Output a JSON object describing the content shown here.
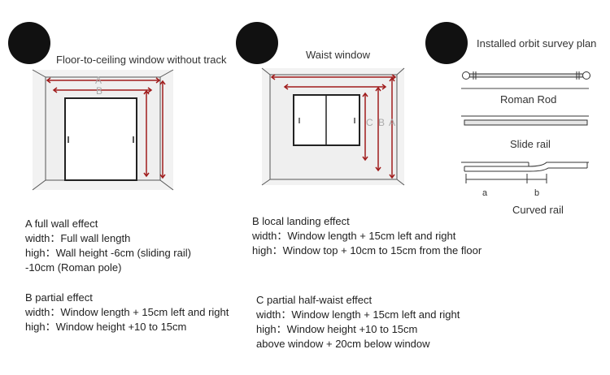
{
  "panels": {
    "floor": {
      "title": "Floor-to-ceiling window without track",
      "labels": [
        "A",
        "B"
      ]
    },
    "waist": {
      "title": "Waist window",
      "labels": [
        "C",
        "B",
        "A"
      ]
    },
    "orbit": {
      "title": "Installed orbit survey plan",
      "rails": [
        {
          "caption": "Roman Rod"
        },
        {
          "caption": "Slide rail"
        },
        {
          "caption": "Curved rail",
          "marks": [
            "a",
            "b"
          ]
        }
      ]
    }
  },
  "notes": {
    "a_full_wall": {
      "heading": "A full wall effect",
      "lines": [
        "width：Full wall length",
        "high：Wall height -6cm (sliding rail)",
        "-10cm (Roman pole)"
      ]
    },
    "b_local_landing": {
      "heading": "B local landing effect",
      "lines": [
        "width：Window length + 15cm left and right",
        "high：Window top + 10cm to 15cm from the floor"
      ]
    },
    "b_partial": {
      "heading": "B partial effect",
      "lines": [
        "width：Window length + 15cm left and right",
        "high：Window height +10 to 15cm"
      ]
    },
    "c_partial_half_waist": {
      "heading": "C partial half-waist effect",
      "lines": [
        "width：Window length + 15cm left and right",
        "high：Window height +10 to 15cm",
        "above window + 20cm below window"
      ]
    }
  },
  "colors": {
    "measure": "#a01c1c",
    "wall": "#f2f2f2",
    "line": "#333333"
  }
}
